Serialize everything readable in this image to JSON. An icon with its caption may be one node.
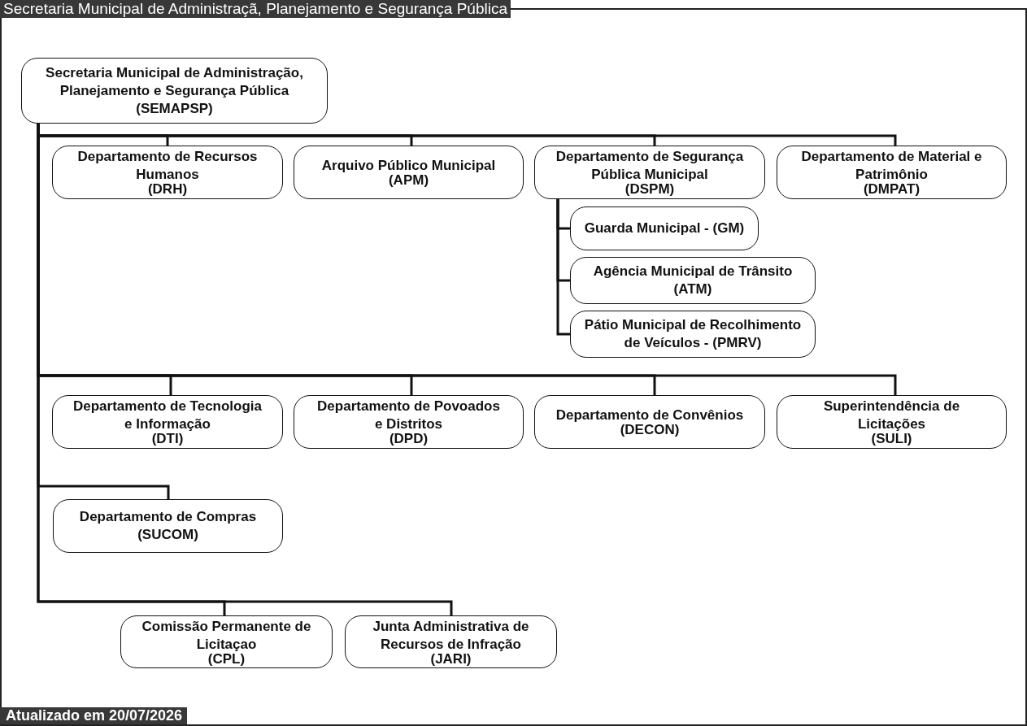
{
  "diagram": {
    "title": "Secretaria Municipal de Administraçã, Planejamento e Segurança Pública",
    "nodes": [
      {
        "text": [
          "Secretaria Municipal de Administração, Planejamento e Segurança Pública",
          "(SEMAPSP)"
        ]
      },
      {
        "text": [
          "Departamento de Recursos Humanos",
          "(DRH)"
        ]
      },
      {
        "text": [
          "Arquivo Público Municipal",
          "(APM)"
        ]
      },
      {
        "text": [
          "Departamento de Segurança Pública Municipal",
          "(DSPM)"
        ]
      },
      {
        "text": [
          "Departamento de Material e Patrimônio",
          "(DMPAT)"
        ]
      },
      {
        "text": [
          "Guarda Municipal - (GM)"
        ]
      },
      {
        "text": [
          "Agência Municipal de Trânsito",
          "(ATM)"
        ]
      },
      {
        "text": [
          "Pátio Municipal de Recolhimento de Veículos - (PMRV)"
        ]
      },
      {
        "text": [
          "Departamento de Tecnologia e Informação",
          "(DTI)"
        ]
      },
      {
        "text": [
          "Departamento de Povoados e Distritos",
          "(DPD)"
        ]
      },
      {
        "text": [
          "Departamento de Convênios",
          "(DECON)"
        ]
      },
      {
        "text": [
          "Superintendência de Licitações",
          "(SULI)"
        ]
      },
      {
        "text": [
          "Departamento de Compras",
          "(SUCOM)"
        ]
      },
      {
        "text": [
          "Comissão Permanente de Licitaçao",
          "(CPL)"
        ]
      },
      {
        "text": [
          "Junta Administrativa de Recursos de Infração",
          "(JARI)"
        ]
      }
    ],
    "edges": [
      {
        "from": 0,
        "to": 1,
        "arrow": "none"
      },
      {
        "from": 0,
        "to": 2,
        "arrow": "none"
      },
      {
        "from": 0,
        "to": 3,
        "arrow": "none"
      },
      {
        "from": 0,
        "to": 4,
        "arrow": "none"
      },
      {
        "from": 3,
        "to": 5,
        "arrow": "none"
      },
      {
        "from": 3,
        "to": 6,
        "arrow": "none"
      },
      {
        "from": 3,
        "to": 7,
        "arrow": "none"
      },
      {
        "from": 0,
        "to": 8,
        "arrow": "none"
      },
      {
        "from": 0,
        "to": 9,
        "arrow": "none"
      },
      {
        "from": 0,
        "to": 10,
        "arrow": "none"
      },
      {
        "from": 0,
        "to": 11,
        "arrow": "none"
      },
      {
        "from": 0,
        "to": 12,
        "arrow": "none"
      },
      {
        "from": 0,
        "to": 13,
        "arrow": "none"
      },
      {
        "from": 0,
        "to": 14,
        "arrow": "none"
      }
    ],
    "labels": [
      "Atualizado em 20/07/2026"
    ]
  }
}
